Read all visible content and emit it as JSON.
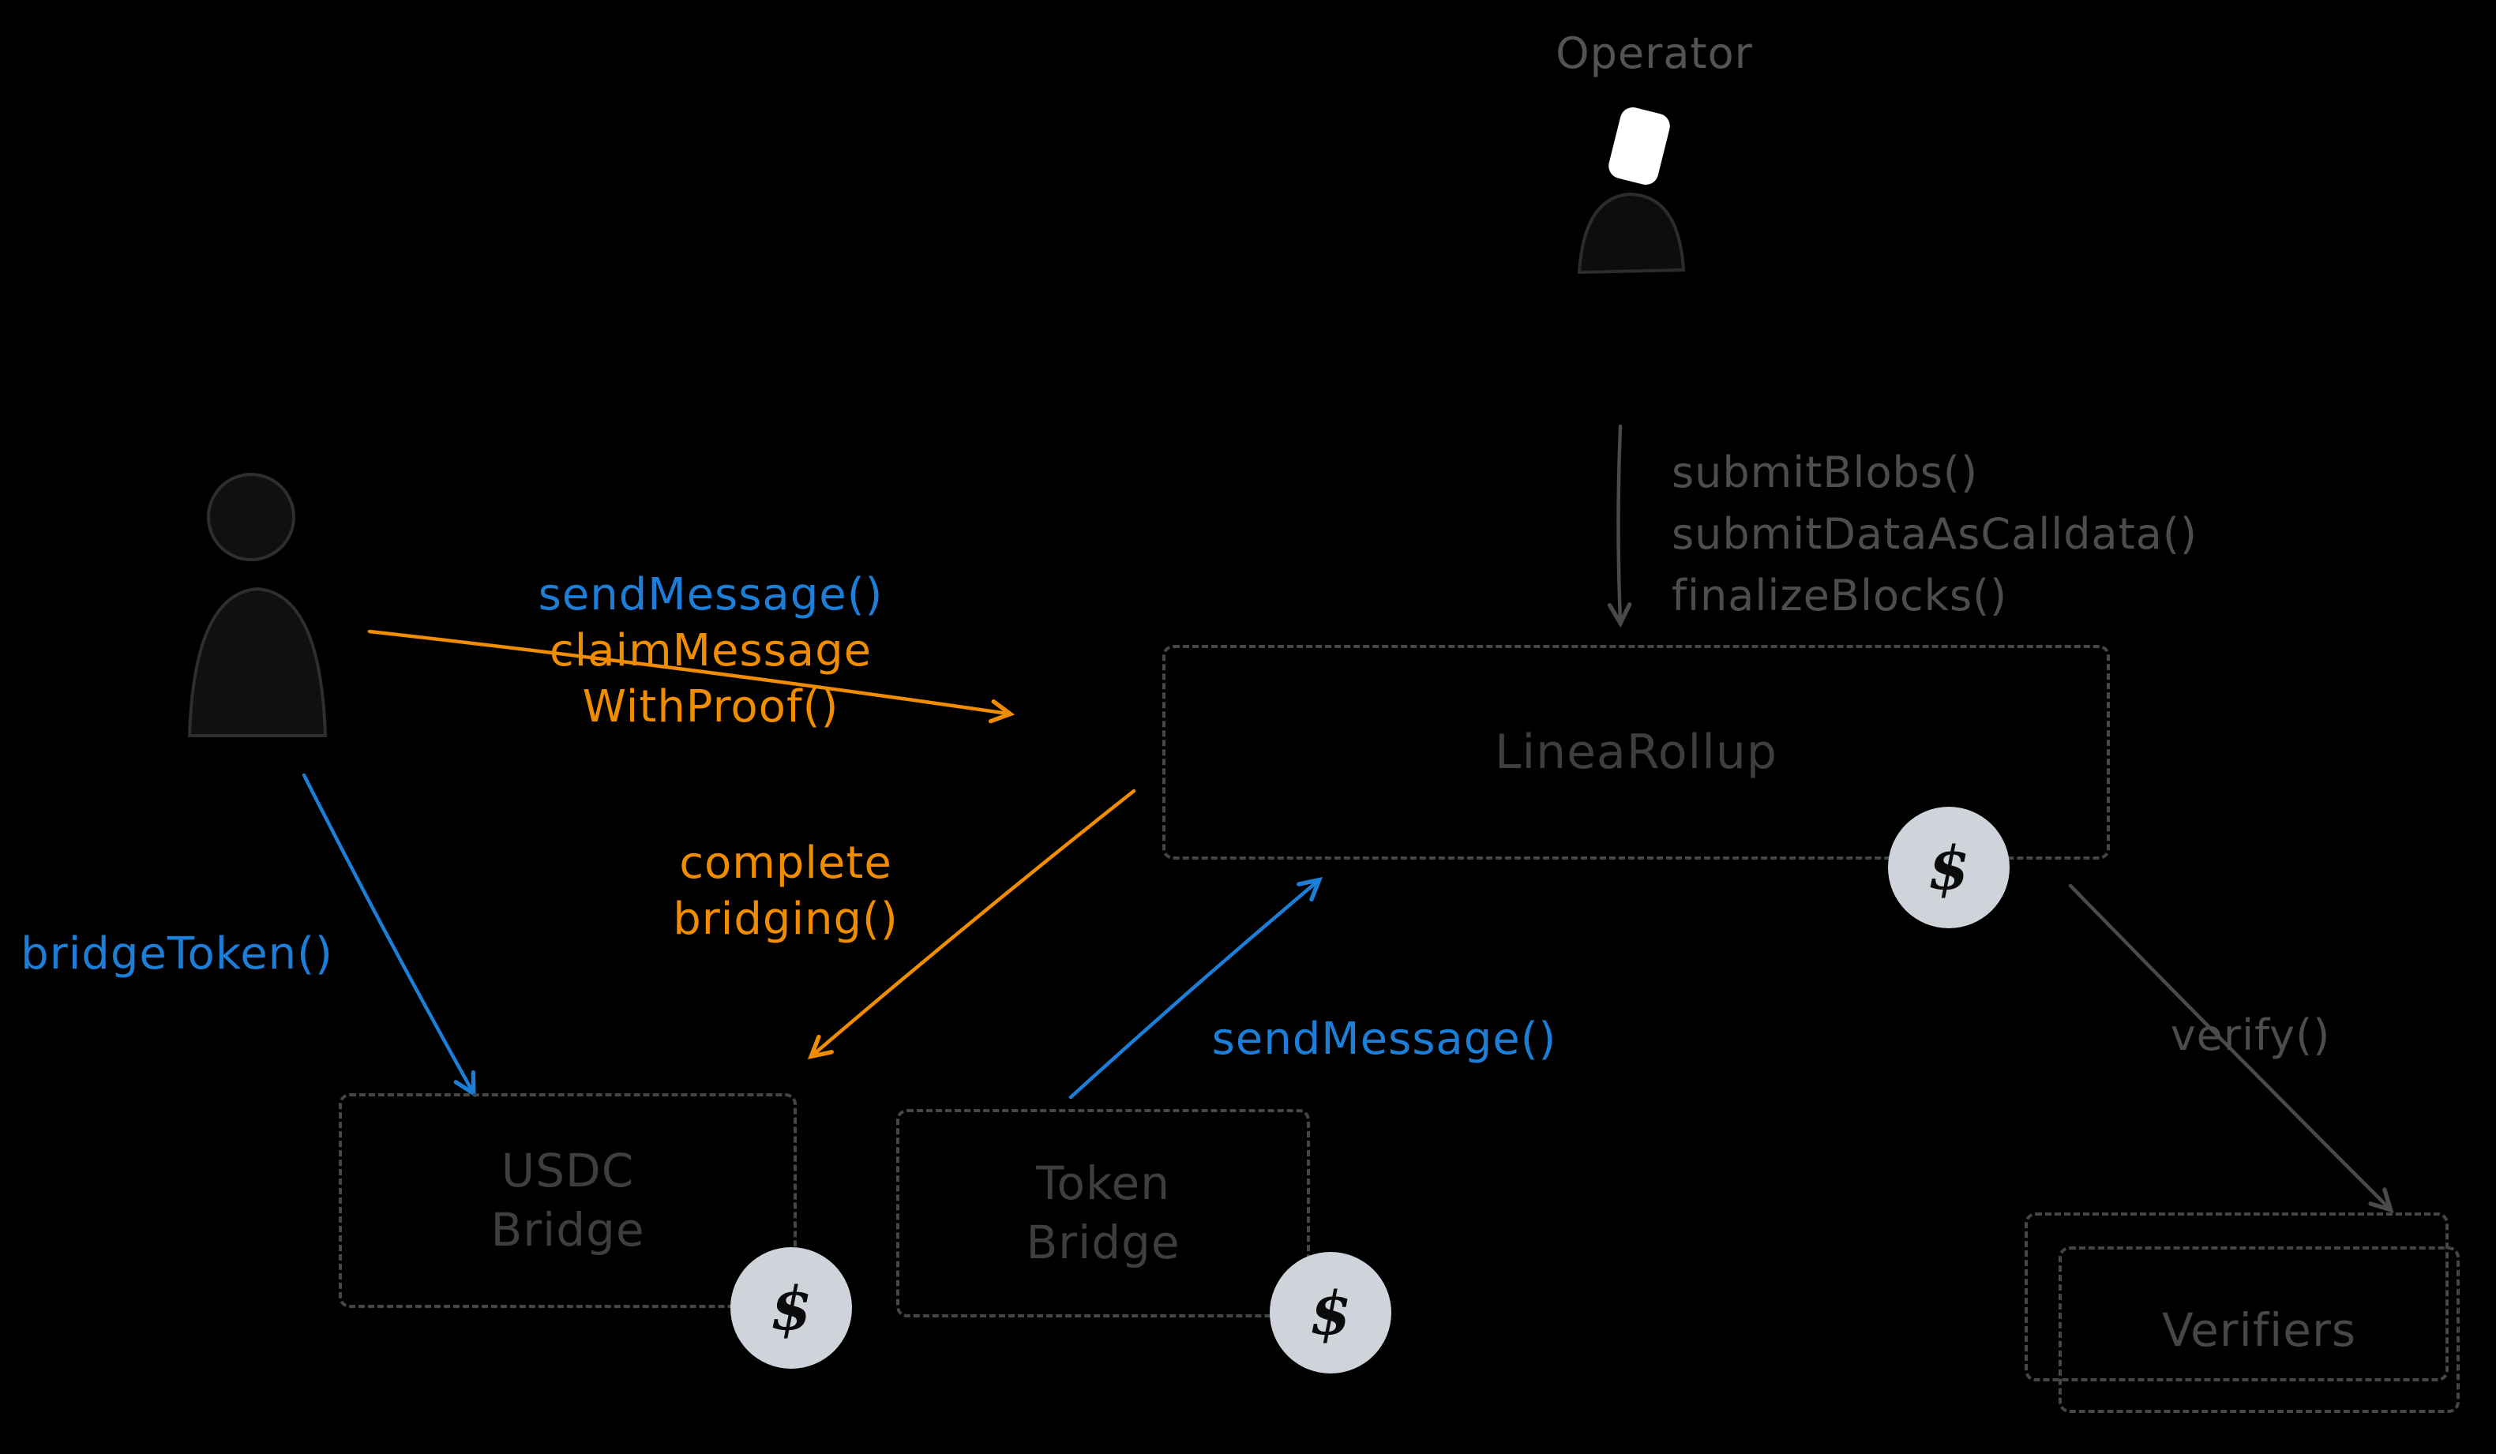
{
  "diagram": {
    "colors": {
      "background": "#000000",
      "blue": "#1c7ed6",
      "orange": "#f08c00",
      "gray_label": "#4a4a4a",
      "box_border": "#464646",
      "box_text": "#3e3e3e",
      "badge_fill": "#ced4da",
      "badge_text": "#0b0b0b"
    },
    "actors": {
      "operator": {
        "label": "Operator"
      }
    },
    "nodes": {
      "linea_rollup": {
        "label": "LineaRollup"
      },
      "usdc_bridge": {
        "line1": "USDC",
        "line2": "Bridge"
      },
      "token_bridge": {
        "line1": "Token",
        "line2": "Bridge"
      },
      "verifiers": {
        "label": "Verifiers"
      }
    },
    "badges": {
      "dollar": "$"
    },
    "edges": {
      "operator_calls": {
        "lines": [
          "submitBlobs()",
          "submitDataAsCalldata()",
          "finalizeBlocks()"
        ]
      },
      "send_message_top": {
        "label": "sendMessage()"
      },
      "claim_message": {
        "line1": "claimMessage",
        "line2": "WithProof()"
      },
      "bridge_token": {
        "label": "bridgeToken()"
      },
      "complete_bridging": {
        "line1": "complete",
        "line2": "bridging()"
      },
      "send_message_bottom": {
        "label": "sendMessage()"
      },
      "verify": {
        "label": "verify()"
      }
    }
  }
}
